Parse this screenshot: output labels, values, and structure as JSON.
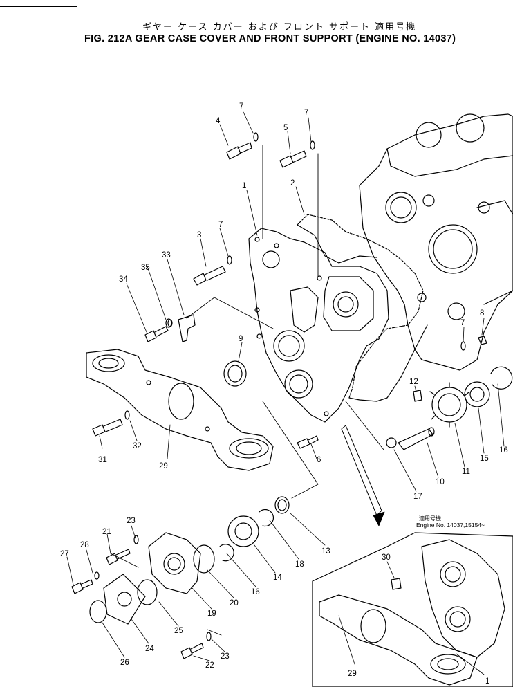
{
  "header": {
    "title_jp": "ギヤー ケース カバー および フロント サポート 適用号機",
    "title_en": "FIG. 212A  GEAR CASE COVER AND FRONT SUPPORT (ENGINE NO. 14037)"
  },
  "inset": {
    "label_jp": "適用号機",
    "label_en": "Engine No. 14037,15154~"
  },
  "callouts": {
    "c1": "1",
    "c1b": "1",
    "c2": "2",
    "c3": "3",
    "c4": "4",
    "c5": "5",
    "c6": "6",
    "c7a": "7",
    "c7b": "7",
    "c7c": "7",
    "c7d": "7",
    "c8": "8",
    "c9": "9",
    "c10": "10",
    "c11": "11",
    "c12": "12",
    "c13": "13",
    "c14": "14",
    "c15": "15",
    "c16a": "16",
    "c16b": "16",
    "c17": "17",
    "c18": "18",
    "c19": "19",
    "c20": "20",
    "c21": "21",
    "c22": "22",
    "c23a": "23",
    "c23b": "23",
    "c24": "24",
    "c25": "25",
    "c26": "26",
    "c27": "27",
    "c28": "28",
    "c29": "29",
    "c29b": "29",
    "c30": "30",
    "c31": "31",
    "c32": "32",
    "c33": "33",
    "c34": "34",
    "c35": "35"
  }
}
